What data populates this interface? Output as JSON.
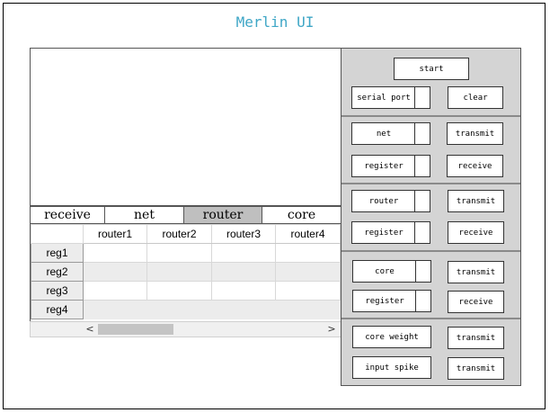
{
  "app": {
    "title": "Merlin UI"
  },
  "tabs": [
    {
      "label": "receive",
      "active": false
    },
    {
      "label": "net",
      "active": false
    },
    {
      "label": "router",
      "active": true
    },
    {
      "label": "core",
      "active": false
    }
  ],
  "grid": {
    "columns": [
      "router1",
      "router2",
      "router3",
      "router4"
    ],
    "rows": [
      "reg1",
      "reg2",
      "reg3",
      "reg4"
    ]
  },
  "scrollbar": {
    "left_arrow": "<",
    "right_arrow": ">"
  },
  "panel": {
    "start": "start",
    "serial_port": "serial port",
    "clear": "clear",
    "net": {
      "primary": "net",
      "transmit": "transmit",
      "register": "register",
      "receive": "receive"
    },
    "router": {
      "primary": "router",
      "transmit": "transmit",
      "register": "register",
      "receive": "receive"
    },
    "core": {
      "primary": "core",
      "transmit": "transmit",
      "register": "register",
      "receive": "receive"
    },
    "core_weight": "core weight",
    "core_weight_transmit": "transmit",
    "input_spike": "input spike",
    "input_spike_transmit": "transmit"
  },
  "colors": {
    "title": "#3ea6c6",
    "active_tab": "#bfbfbf",
    "panel_bg": "#d4d4d4"
  }
}
